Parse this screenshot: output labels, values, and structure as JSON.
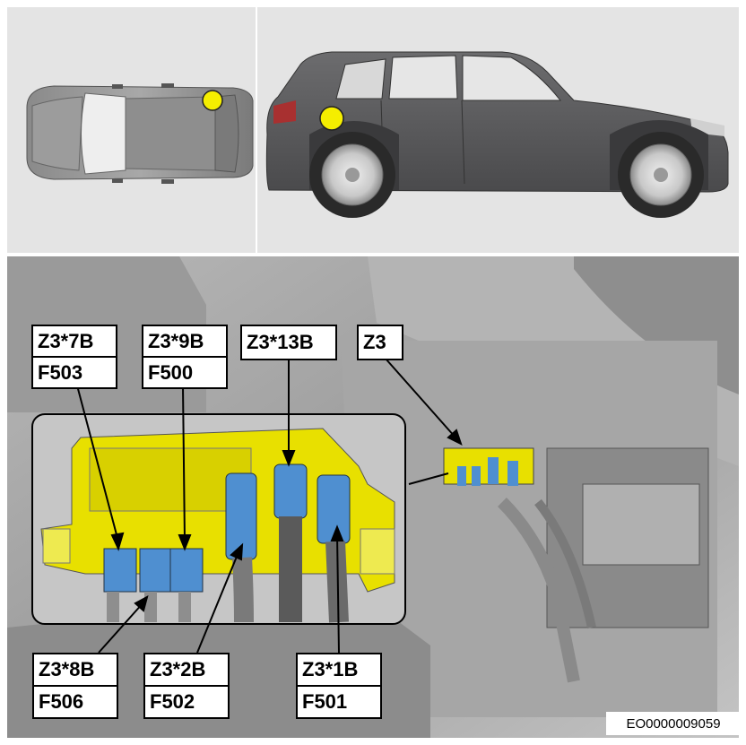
{
  "callouts": {
    "z3_7b": {
      "connector": "Z3*7B",
      "fuse": "F503"
    },
    "z3_9b": {
      "connector": "Z3*9B",
      "fuse": "F500"
    },
    "z3_13b": {
      "connector": "Z3*13B"
    },
    "z3": {
      "connector": "Z3"
    },
    "z3_8b": {
      "connector": "Z3*8B",
      "fuse": "F506"
    },
    "z3_2b": {
      "connector": "Z3*2B",
      "fuse": "F502"
    },
    "z3_1b": {
      "connector": "Z3*1B",
      "fuse": "F501"
    }
  },
  "document_id": "EO0000009059",
  "colors": {
    "location_marker": "#f5ee00",
    "fuse_box": "#e8e000",
    "connector": "#4f8fd0",
    "car_body": "#5c5c5e",
    "panel_background": "#e4e4e4"
  }
}
